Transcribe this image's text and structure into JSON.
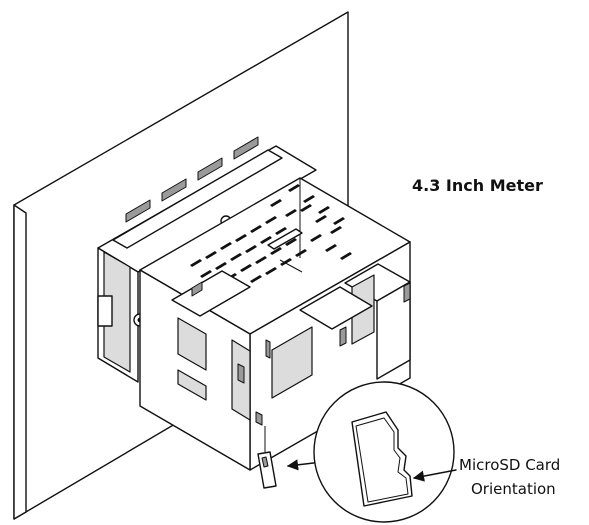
{
  "title": "4.3 Inch Meter",
  "callout": {
    "line1": "MicroSD Card",
    "line2": "Orientation"
  }
}
